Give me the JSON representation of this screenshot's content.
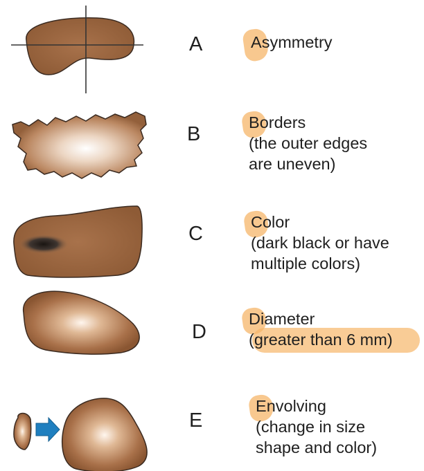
{
  "rows": [
    {
      "letter": "A",
      "first": "A",
      "rest": "symmetry",
      "lines": []
    },
    {
      "letter": "B",
      "first": "B",
      "rest": "orders",
      "lines": [
        "(the outer edges",
        "are uneven)"
      ]
    },
    {
      "letter": "C",
      "first": "C",
      "rest": "olor",
      "lines": [
        "(dark black or have",
        "multiple colors)"
      ]
    },
    {
      "letter": "D",
      "first": "D",
      "rest": "iameter",
      "lines": [
        "(greater than 6 mm)"
      ]
    },
    {
      "letter": "E",
      "first": "E",
      "rest": "nvolving",
      "lines": [
        "(change in size",
        "shape and color)"
      ]
    }
  ],
  "colors": {
    "mole_light": "#f4e3d4",
    "mole_dark": "#8a5632",
    "outline": "#3a2a20",
    "arrow": "#1f7fbf",
    "highlight": "#f6b669"
  }
}
